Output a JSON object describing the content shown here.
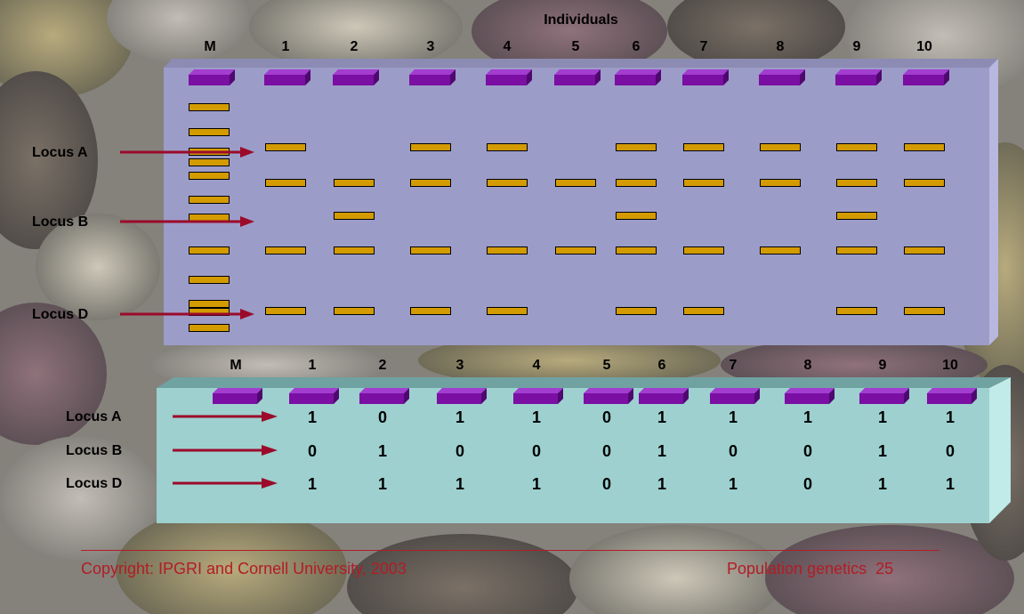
{
  "top_panel": {
    "header": "Individuals",
    "lanes": [
      "M",
      "1",
      "2",
      "3",
      "4",
      "5",
      "6",
      "7",
      "8",
      "9",
      "10"
    ],
    "locus_labels": [
      "Locus A",
      "Locus B",
      "Locus D"
    ],
    "marker_band_count": 12,
    "band_presence": {
      "row1": [
        1,
        0,
        1,
        1,
        0,
        1,
        1,
        1,
        1,
        1
      ],
      "row2": [
        1,
        1,
        1,
        1,
        1,
        1,
        1,
        1,
        1,
        1
      ],
      "row3": [
        0,
        1,
        0,
        0,
        0,
        1,
        0,
        0,
        1,
        0
      ],
      "row4": [
        1,
        1,
        1,
        1,
        1,
        1,
        1,
        1,
        1,
        1
      ],
      "row5": [
        1,
        1,
        1,
        1,
        0,
        1,
        1,
        0,
        1,
        1
      ]
    }
  },
  "bottom_panel": {
    "lanes": [
      "M",
      "1",
      "2",
      "3",
      "4",
      "5",
      "6",
      "7",
      "8",
      "9",
      "10"
    ],
    "rows": [
      {
        "label": "Locus A",
        "values": [
          "1",
          "0",
          "1",
          "1",
          "0",
          "1",
          "1",
          "1",
          "1",
          "1"
        ]
      },
      {
        "label": "Locus B",
        "values": [
          "0",
          "1",
          "0",
          "0",
          "0",
          "1",
          "0",
          "0",
          "1",
          "0"
        ]
      },
      {
        "label": "Locus D",
        "values": [
          "1",
          "1",
          "1",
          "1",
          "0",
          "1",
          "1",
          "0",
          "1",
          "1"
        ]
      }
    ]
  },
  "footer": {
    "copyright": "Copyright: IPGRI and Cornell University, 2003",
    "page": "Population genetics  25"
  },
  "colors": {
    "gel_top": "#9c9cc8",
    "gel_bottom": "#9dd0cf",
    "band": "#d39b00",
    "well": "#7b0fa3",
    "arrow": "#9b0a2a",
    "footer_text": "#b31c24"
  }
}
